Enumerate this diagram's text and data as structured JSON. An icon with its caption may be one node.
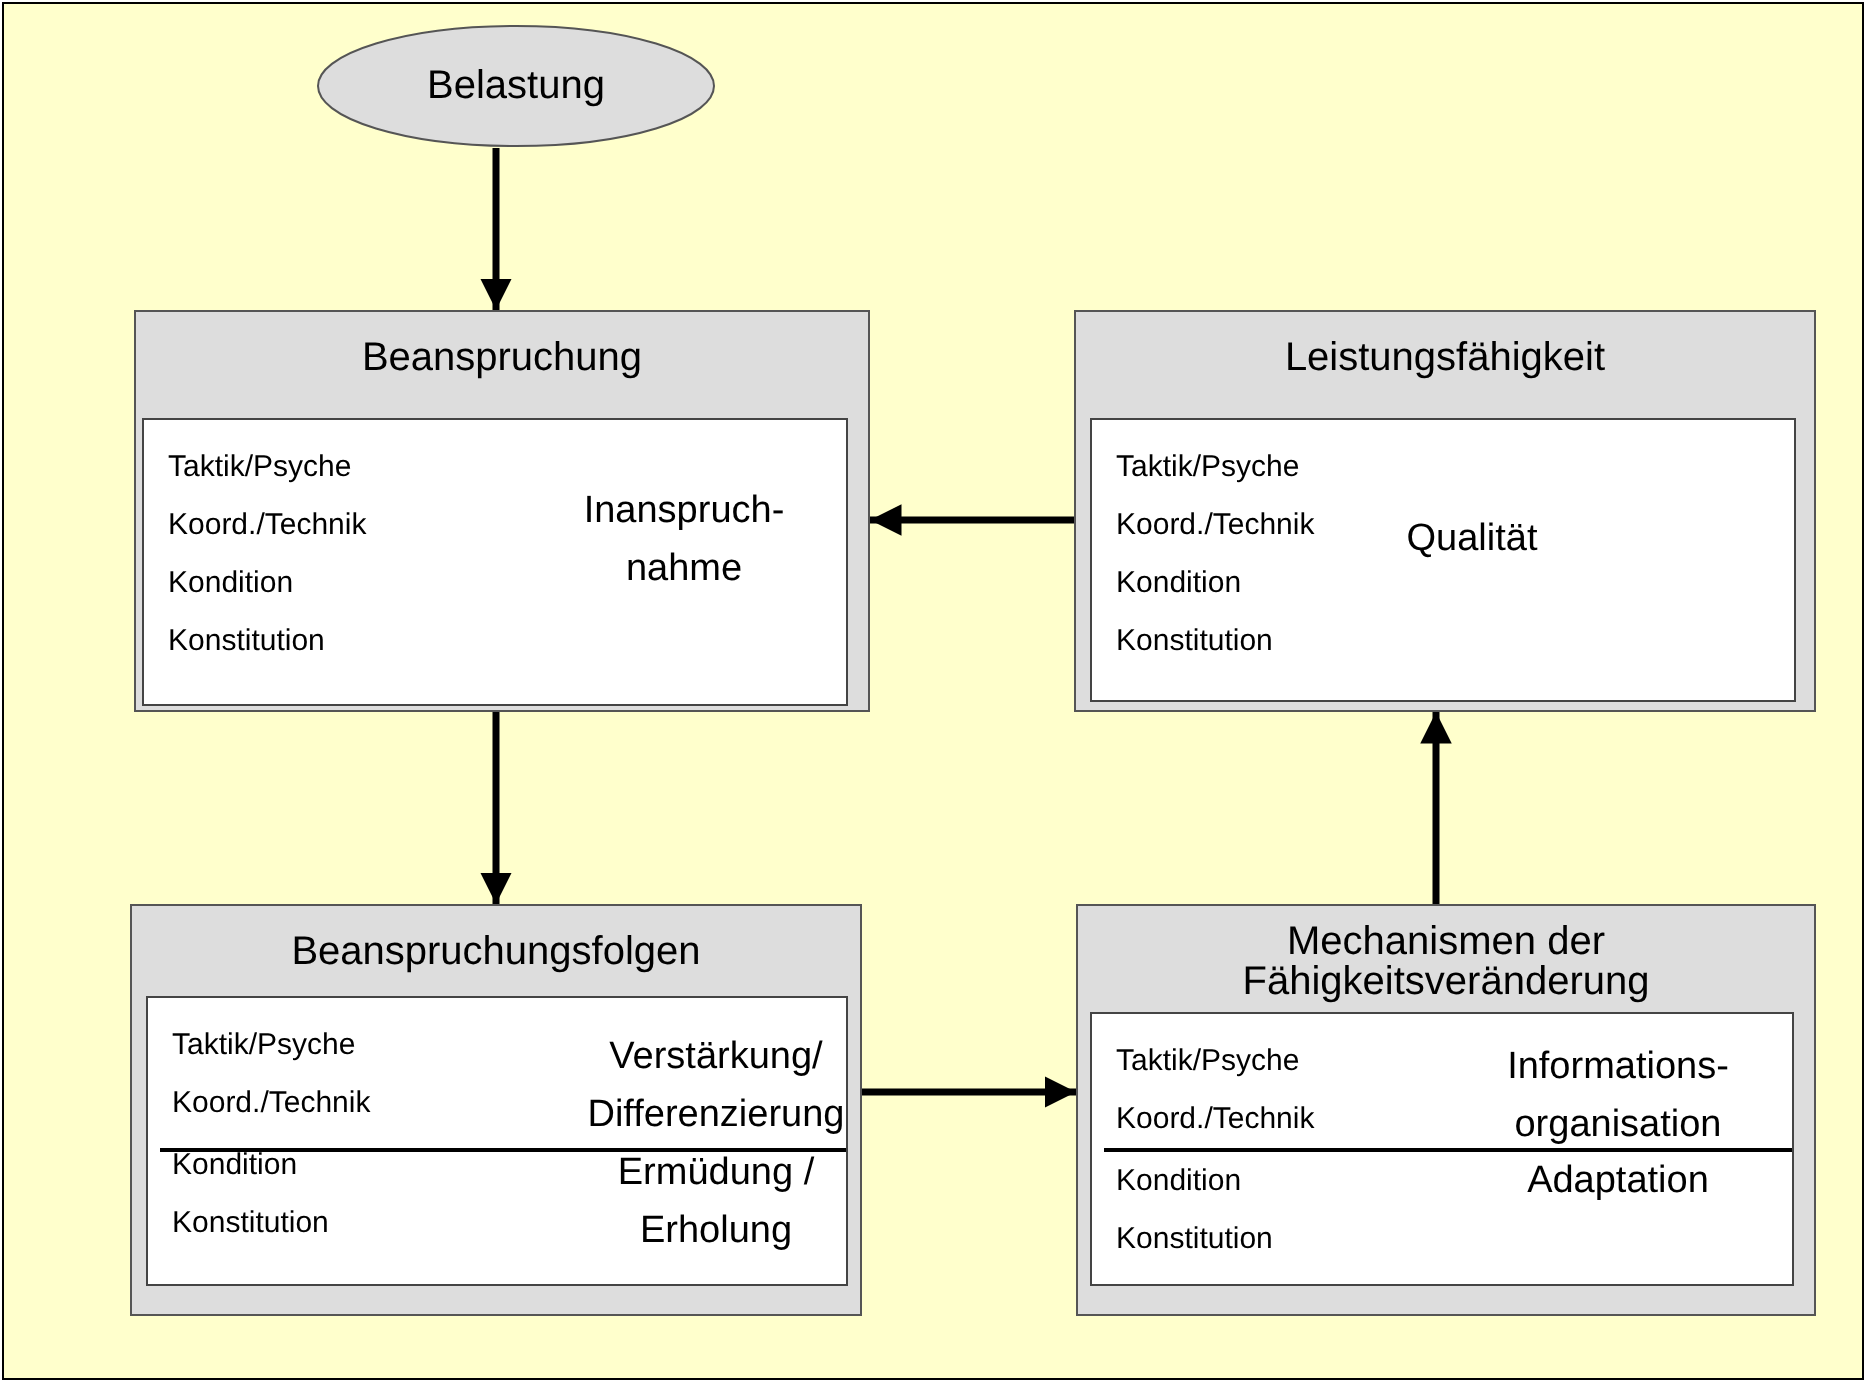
{
  "diagram": {
    "nodes": [
      {
        "text": [
          "Belastung"
        ]
      },
      {
        "text": [
          "Beanspruchung"
        ]
      },
      {
        "text": [
          "Taktik/Psyche",
          "Koord./Technik",
          "Kondition",
          "Konstitution",
          "Inanspruch- nahme"
        ],
        "in": 1
      },
      {
        "text": [
          "Leistungsfähigkeit"
        ]
      },
      {
        "text": [
          "Taktik/Psyche",
          "Koord./Technik",
          "Kondition",
          "Konstitution",
          "Qualität"
        ],
        "in": 3
      },
      {
        "text": [
          "Beanspruchungsfolgen"
        ]
      },
      {
        "text": [
          "Taktik/Psyche",
          "Koord./Technik",
          "Kondition",
          "Konstitution",
          "Verstärkung/ Differenzierung",
          "Ermüdung / Erholung"
        ],
        "in": 5
      },
      {
        "text": [
          "Mechanismen der Fähigkeitsveränderung"
        ]
      },
      {
        "text": [
          "Taktik/Psyche",
          "Koord./Technik",
          "Kondition",
          "Konstitution",
          "Informations- organisation",
          "Adaptation"
        ],
        "in": 7
      }
    ],
    "edges": [
      {
        "from": 0,
        "to": 1,
        "arrow": "to"
      },
      {
        "from": 3,
        "to": 1,
        "arrow": "to"
      },
      {
        "from": 1,
        "to": 5,
        "arrow": "to"
      },
      {
        "from": 5,
        "to": 7,
        "arrow": "to"
      },
      {
        "from": 7,
        "to": 3,
        "arrow": "to"
      }
    ]
  }
}
